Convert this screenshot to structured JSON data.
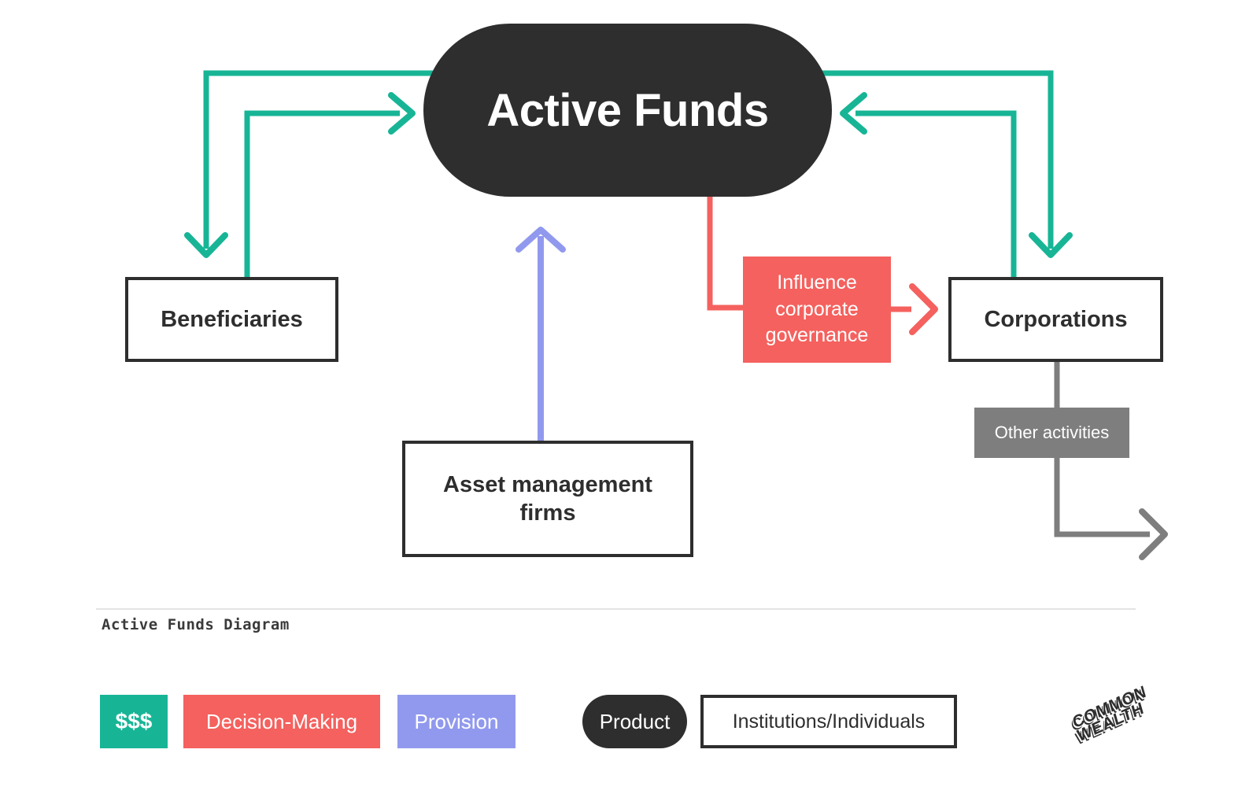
{
  "colors": {
    "teal": "#17b596",
    "red": "#f4615e",
    "purple": "#9199ee",
    "dark": "#2e2e2e",
    "gray": "#7e7e7e",
    "divider": "#e4e4e4",
    "ink": "#2e2e2e"
  },
  "diagram": {
    "nodes": {
      "active_funds": "Active Funds",
      "beneficiaries": "Beneficiaries",
      "asset_management": "Asset management\nfirms",
      "influence": "Influence\ncorporate\ngovernance",
      "corporations": "Corporations",
      "other_activities": "Other activities"
    },
    "edges": [
      {
        "from": "active_funds",
        "to": "beneficiaries",
        "type": "money"
      },
      {
        "from": "beneficiaries",
        "to": "active_funds",
        "type": "money"
      },
      {
        "from": "asset_management",
        "to": "active_funds",
        "type": "provision"
      },
      {
        "from": "active_funds",
        "to": "influence",
        "type": "decision"
      },
      {
        "from": "influence",
        "to": "corporations",
        "type": "decision"
      },
      {
        "from": "active_funds",
        "to": "corporations",
        "type": "money"
      },
      {
        "from": "corporations",
        "to": "active_funds",
        "type": "money"
      },
      {
        "from": "corporations",
        "to": "other_activities",
        "type": "other"
      }
    ]
  },
  "caption": "Active Funds Diagram",
  "legend": {
    "money": {
      "label": "$$$"
    },
    "decision": {
      "label": "Decision-Making"
    },
    "provision": {
      "label": "Provision"
    },
    "product": {
      "label": "Product"
    },
    "institutions": {
      "label": "Institutions/Individuals"
    }
  },
  "logo": {
    "line1": "COMMON",
    "line2": "WEALTH"
  }
}
